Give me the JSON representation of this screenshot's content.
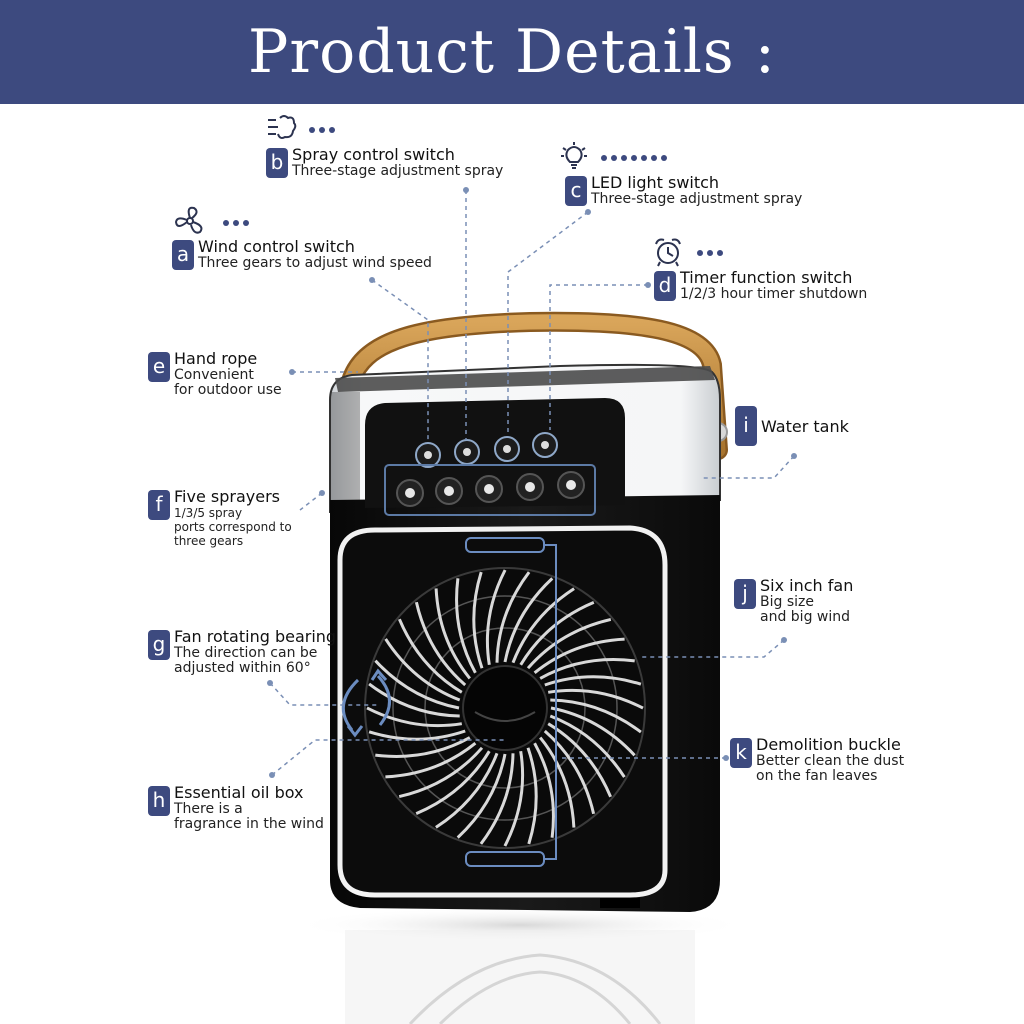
{
  "header": {
    "title": "Product Details :",
    "bg": "#3d4a7f",
    "color": "#ffffff"
  },
  "accent": "#3d4a7f",
  "features": {
    "a": {
      "letter": "a",
      "title": "Wind control switch",
      "desc": [
        "Three gears to adjust wind speed"
      ],
      "icon": "fan-icon"
    },
    "b": {
      "letter": "b",
      "title": "Spray control switch",
      "desc": [
        "Three-stage adjustment spray"
      ],
      "icon": "spray-icon"
    },
    "c": {
      "letter": "c",
      "title": "LED light switch",
      "desc": [
        "Three-stage adjustment spray"
      ],
      "icon": "light-bulb-icon"
    },
    "d": {
      "letter": "d",
      "title": "Timer function switch",
      "desc": [
        "1/2/3 hour timer shutdown"
      ],
      "icon": "alarm-clock-icon"
    },
    "e": {
      "letter": "e",
      "title": "Hand rope",
      "desc": [
        "Convenient",
        "for outdoor use"
      ]
    },
    "f": {
      "letter": "f",
      "title": "Five sprayers",
      "desc": [
        "1/3/5 spray",
        "ports correspond to",
        "three gears"
      ]
    },
    "g": {
      "letter": "g",
      "title": "Fan rotating bearing",
      "desc": [
        "The direction can be",
        "adjusted within 60°"
      ]
    },
    "h": {
      "letter": "h",
      "title": "Essential oil box",
      "desc": [
        "There is a",
        "fragrance in the wind"
      ]
    },
    "i": {
      "letter": "i",
      "title": "Water tank",
      "desc": []
    },
    "j": {
      "letter": "j",
      "title": "Six inch fan",
      "desc": [
        "Big size",
        "and big wind"
      ]
    },
    "k": {
      "letter": "k",
      "title": "Demolition buckle",
      "desc": [
        "Better clean the dust",
        "on the fan leaves"
      ]
    }
  }
}
